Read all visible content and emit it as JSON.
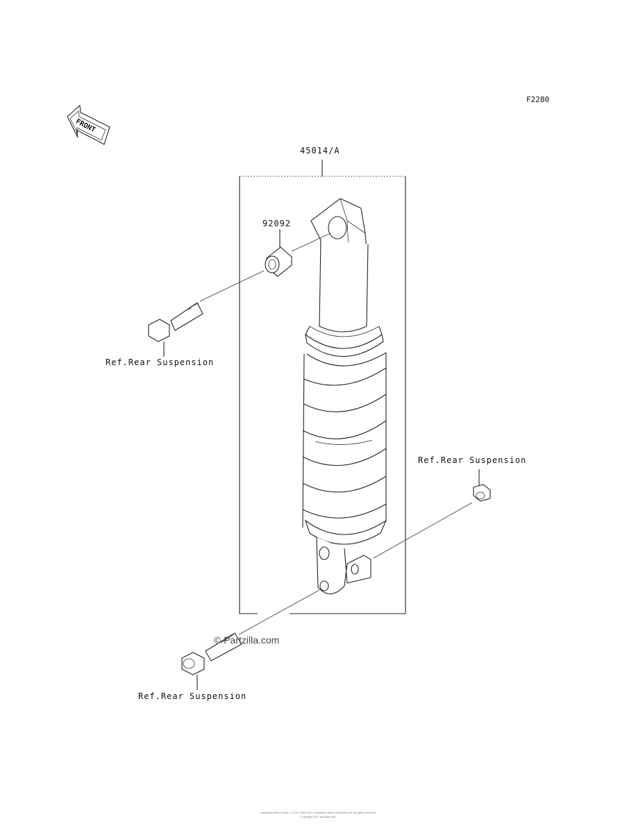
{
  "figure_id": "F2280",
  "front_label": "FRONT",
  "parts": {
    "shock": "45014/A",
    "collar": "92092",
    "bolt_upper_ref": "Ref.Rear Suspension",
    "nut_right_ref": "Ref.Rear Suspension",
    "bolt_lower_ref": "Ref.Rear Suspension"
  },
  "watermark": "© Partzilla.com",
  "copyright_line1": "Kawasaki Motors Corp., U.S.A. 1990-2017 Kawasaki Heavy Industries Ltd. All rights reserved",
  "copyright_line2": "Copyright 2017 partzilla.com"
}
